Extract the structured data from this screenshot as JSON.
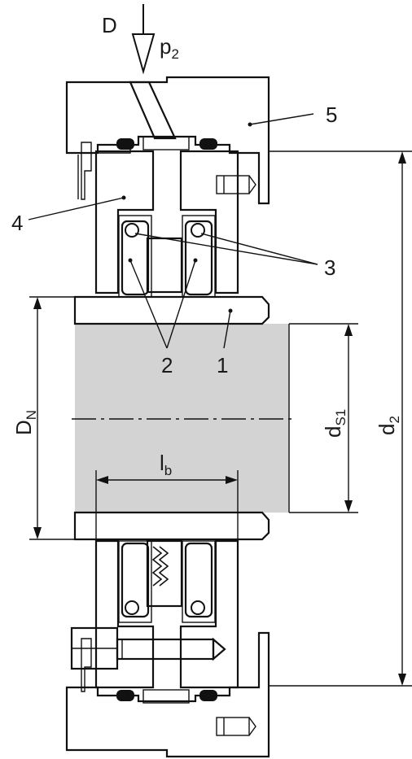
{
  "labels": {
    "flow": "D",
    "pressure": "p",
    "pressure_sub": "2",
    "part_1": "1",
    "part_2": "2",
    "part_3": "3",
    "part_4": "4",
    "part_5": "5",
    "dn": "D",
    "dn_sub": "N",
    "ds1": "d",
    "ds1_sub": "S1",
    "d2": "d",
    "d2_sub": "2",
    "lb": "l",
    "lb_sub": "b"
  },
  "colors": {
    "housing_gray": "#8c8c8c",
    "shaft_gray": "#d3d3d3",
    "sleeve_yellow": "#f2d43b",
    "packing_blue": "#4f68b8",
    "line": "#111111"
  }
}
